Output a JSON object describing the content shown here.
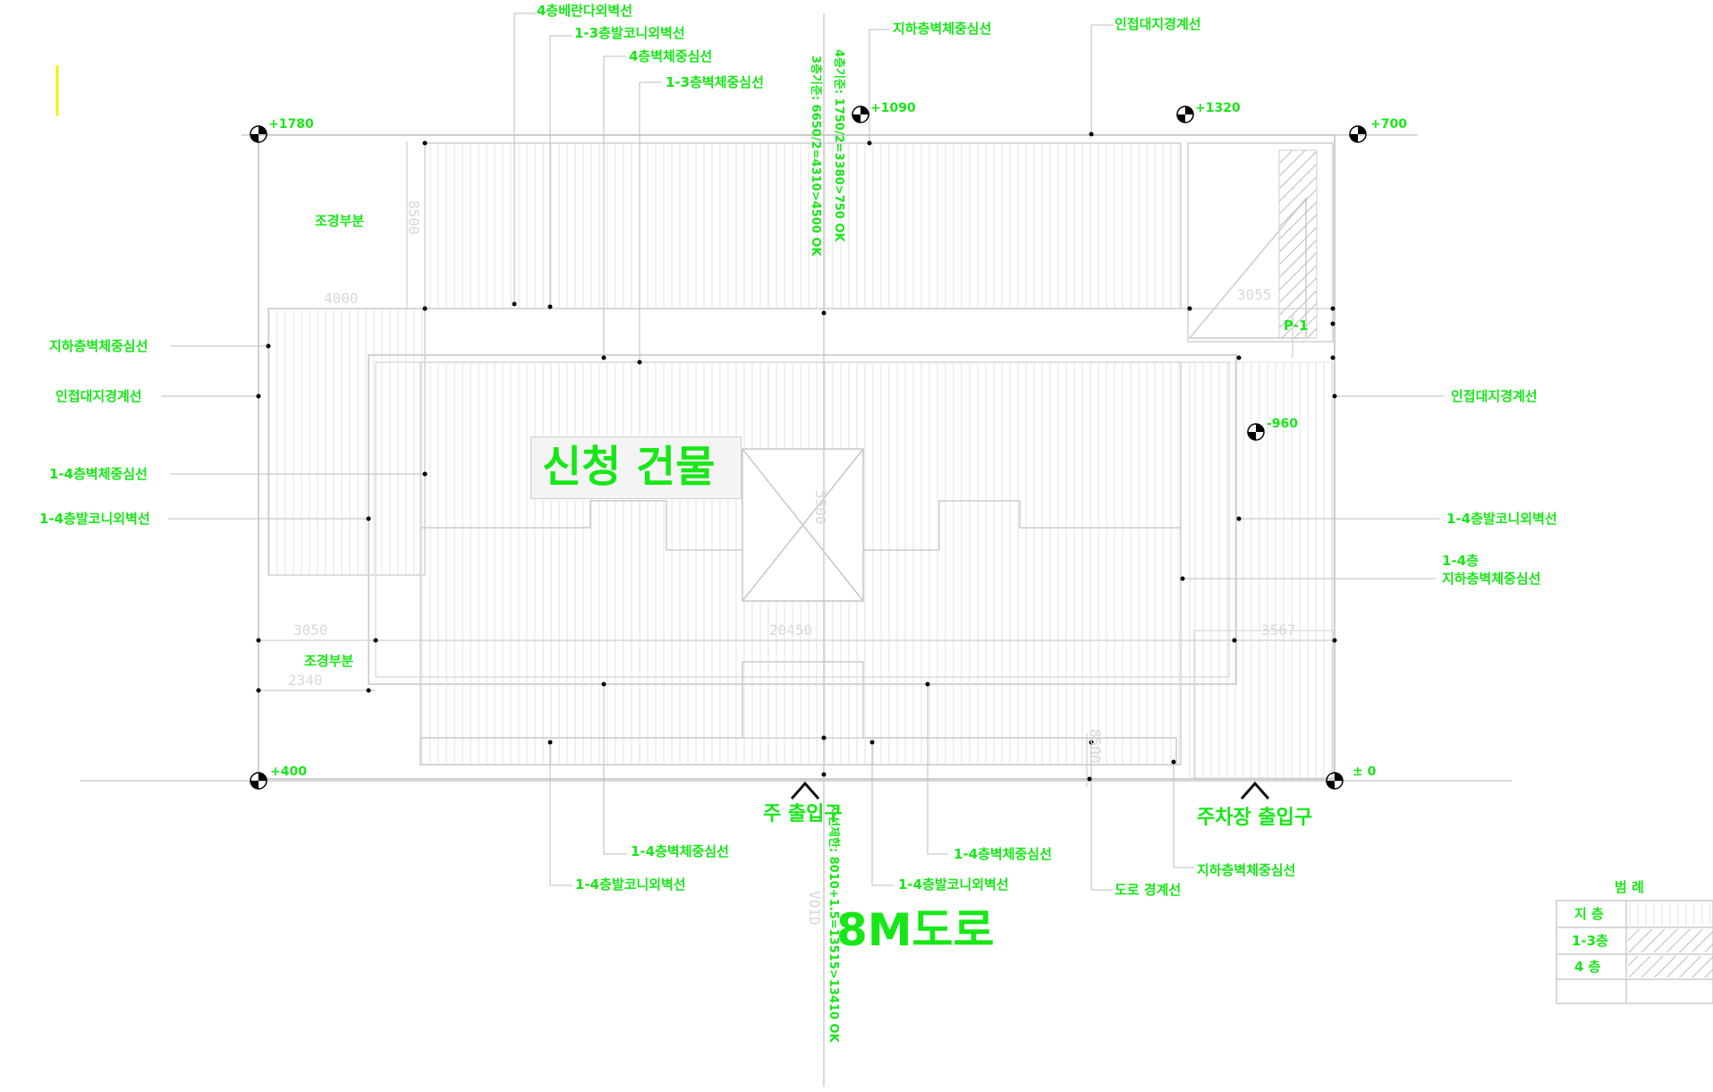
{
  "title": "신청 건물",
  "road": "8M도로",
  "entrances": {
    "main": "주 출입구",
    "parking": "주차장 출입구"
  },
  "labels": {
    "top": [
      "4층베란다외벽선",
      "1-3층발코니외벽선",
      "4층벽체중심선",
      "1-3층벽체중심선",
      "지하층벽체중심선",
      "인접대지경계선"
    ],
    "left": [
      "지하층벽체중심선",
      "인접대지경계선",
      "1-4층벽체중심선",
      "1-4층발코니외벽선"
    ],
    "right": [
      "인접대지경계선",
      "1-4층발코니외벽선",
      "1-4층",
      "지하층벽체중심선"
    ],
    "bottom": [
      "1-4층벽체중심선",
      "1-4층발코니외벽선",
      "1-4층벽체중심선",
      "1-4층발코니외벽선",
      "도로 경계선",
      "지하층벽체중심선"
    ],
    "landscape": [
      "조경부분",
      "조경부분"
    ],
    "p1": "P-1"
  },
  "levels": [
    "+1780",
    "+1090",
    "+1320",
    "+700",
    "-960",
    "+400",
    "± 0"
  ],
  "dimensions": [
    "4000",
    "8500",
    "3055",
    "3050",
    "5500",
    "20450",
    "3567",
    "2340",
    "8500"
  ],
  "vertical_notes": {
    "top_a": "4층기준: 1750/2=3380>750 OK",
    "top_b": "3층기준: 6650/2=4310>4500 OK",
    "bottom_a": "VOID",
    "bottom_b": "사선제한: 8010+1.5=13515>13410 OK"
  },
  "legend": {
    "title": "범 례",
    "rows": [
      "지 층",
      "1-3층",
      "4 층"
    ]
  },
  "colors": {
    "label": "#17e717",
    "line": "#cccccc",
    "background": "#ffffff"
  }
}
